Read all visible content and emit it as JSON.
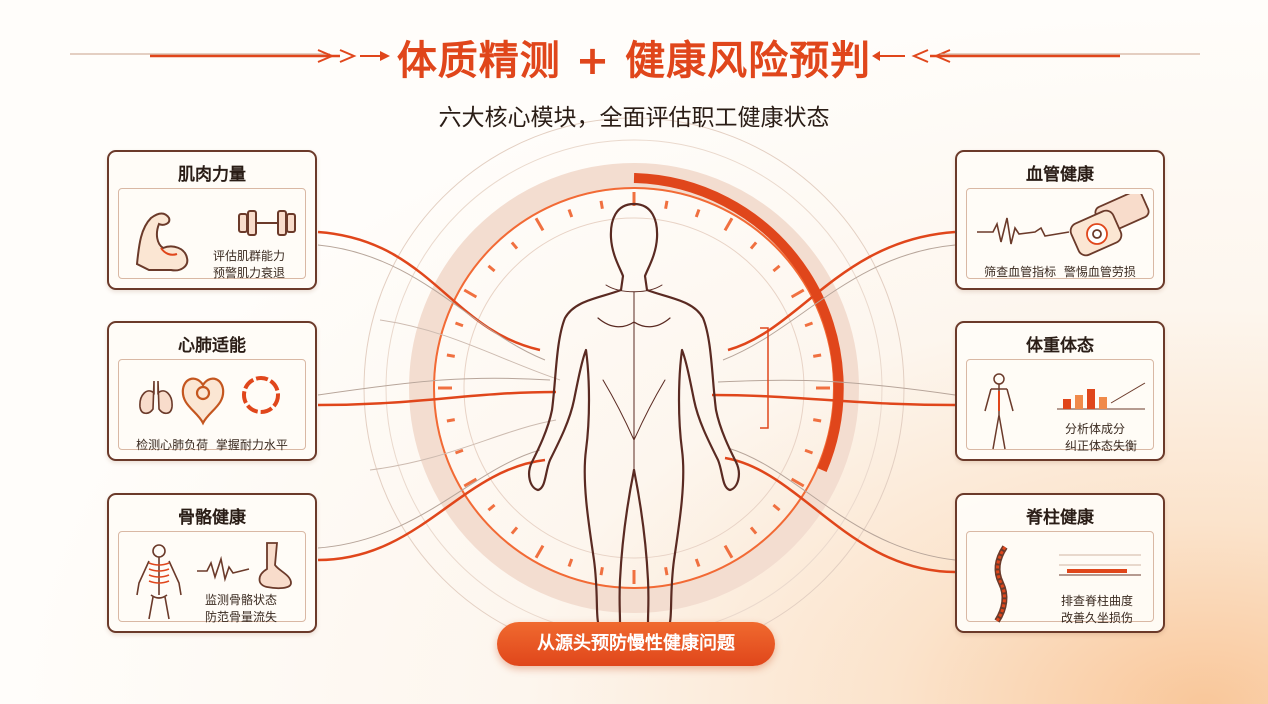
{
  "header": {
    "title": "体质精测 + 健康风险预判",
    "subtitle": "六大核心模块，全面评估职工健康状态"
  },
  "modules": {
    "muscle": {
      "title": "肌肉力量",
      "desc1": "评估肌群能力",
      "desc2": "预警肌力衰退"
    },
    "cardio": {
      "title": "心肺适能",
      "desc1": "检测心肺负荷",
      "desc2": "掌握耐力水平"
    },
    "bone": {
      "title": "骨骼健康",
      "desc1": "监测骨骼状态",
      "desc2": "防范骨量流失"
    },
    "vessel": {
      "title": "血管健康",
      "desc1": "筛查血管指标",
      "desc2": "警惕血管劳损"
    },
    "weight": {
      "title": "体重体态",
      "desc1": "分析体成分",
      "desc2": "纠正体态失衡"
    },
    "spine": {
      "title": "脊柱健康",
      "desc1": "排查脊柱曲度",
      "desc2": "改善久坐损伤"
    }
  },
  "footer": {
    "cta": "从源头预防慢性健康问题"
  },
  "colors": {
    "accent": "#e0461b",
    "outline": "#6b3a2a",
    "body_line": "#5a2a22"
  },
  "icons": [
    "flexed-arm-icon",
    "dumbbell-icon",
    "lungs-icon",
    "heart-icon",
    "ring-icon",
    "skeleton-icon",
    "pulse-wave-icon",
    "bone-icon",
    "blood-pressure-cuff-icon",
    "standing-person-icon",
    "spine-icon",
    "bar-chart-icon"
  ]
}
